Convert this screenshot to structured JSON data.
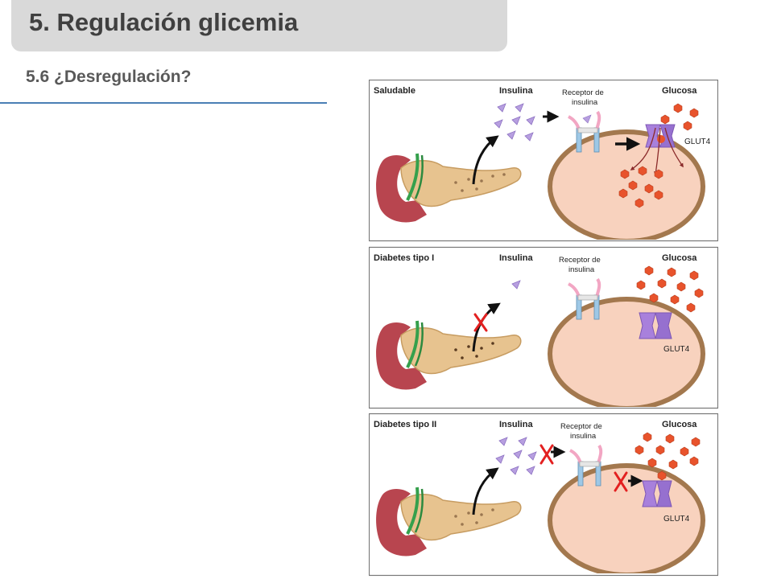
{
  "header": {
    "title": "5. Regulación glicemia"
  },
  "section": {
    "subtitle": "5.6 ¿Desregulación?"
  },
  "diagram": {
    "panels": [
      {
        "condition": "Saludable",
        "insulin": "Insulina",
        "receptor_line1": "Receptor de",
        "receptor_line2": "insulina",
        "glucose": "Glucosa",
        "transporter": "GLUT4"
      },
      {
        "condition": "Diabetes tipo I",
        "insulin": "Insulina",
        "receptor_line1": "Receptor de",
        "receptor_line2": "insulina",
        "glucose": "Glucosa",
        "transporter": "GLUT4"
      },
      {
        "condition": "Diabetes tipo II",
        "insulin": "Insulina",
        "receptor_line1": "Receptor de",
        "receptor_line2": "insulina",
        "glucose": "Glucosa",
        "transporter": "GLUT4"
      }
    ],
    "colors": {
      "panel_border": "#777777",
      "cell_fill": "#f8d2be",
      "cell_border": "#a3784e",
      "insulin": "#b79fe0",
      "glucose": "#e8532c",
      "glut4": "#a880dc",
      "receptor": "#f2a6c3",
      "pancreas": "#e7c38f",
      "duodenum": "#b8454f",
      "block_mark": "#e32020"
    }
  }
}
